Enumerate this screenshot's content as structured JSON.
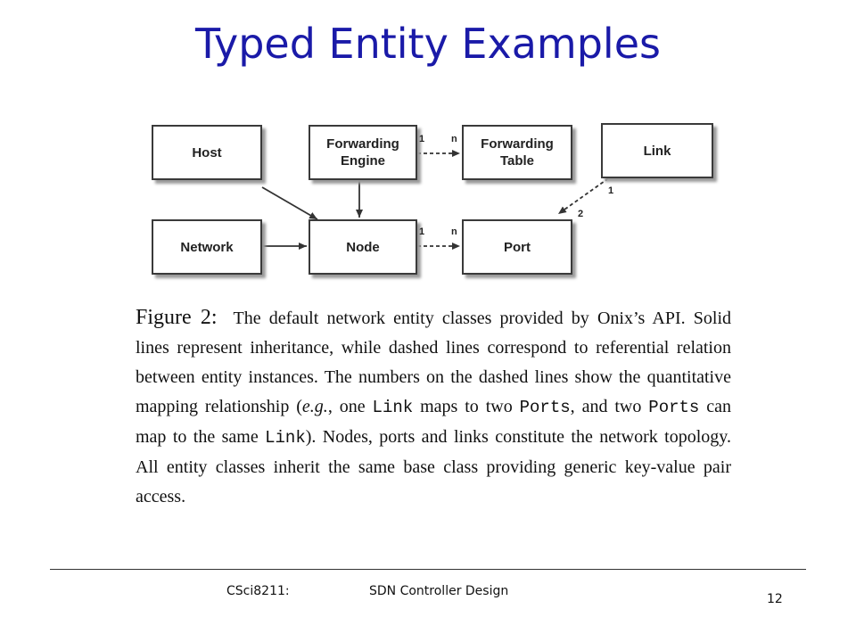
{
  "slide": {
    "title": "Typed Entity Examples",
    "footer_course": "CSci8211:",
    "footer_topic": "SDN Controller Design",
    "page_number": "12"
  },
  "diagram": {
    "nodes": {
      "host": "Host",
      "forwarding_engine": "Forwarding\nEngine",
      "forwarding_table": "Forwarding\nTable",
      "link": "Link",
      "network": "Network",
      "node": "Node",
      "port": "Port"
    },
    "edges": [
      {
        "from": "host",
        "to": "node",
        "style": "solid"
      },
      {
        "from": "forwarding_engine",
        "to": "node",
        "style": "solid"
      },
      {
        "from": "network",
        "to": "node",
        "style": "solid"
      },
      {
        "from": "forwarding_engine",
        "to": "forwarding_table",
        "style": "dashed",
        "labels": [
          "1",
          "n"
        ]
      },
      {
        "from": "node",
        "to": "port",
        "style": "dashed",
        "labels": [
          "1",
          "n"
        ]
      },
      {
        "from": "link",
        "to": "port",
        "style": "dashed",
        "labels": [
          "1",
          "2"
        ]
      }
    ],
    "labels": {
      "fe_ft_left": "1",
      "fe_ft_right": "n",
      "node_port_left": "1",
      "node_port_right": "n",
      "link_end": "1",
      "port_end": "2"
    }
  },
  "caption": {
    "label": "Figure 2:",
    "t1": "The default network entity classes provided by Onix’s API. Solid lines represent inheritance, while dashed lines correspond to referential relation between entity instances. The numbers on the dashed lines show the quantitative mapping relationship (",
    "eg": "e.g.",
    "t2": ", one ",
    "code_link": "Link",
    "t3": " maps to two ",
    "code_ports": "Ports",
    "t4": ", and two ",
    "code_ports2": "Ports",
    "t5": " can map to the same ",
    "code_link2": "Link",
    "t6": "). Nodes, ports and links constitute the network topology. All entity classes inherit the same base class providing generic key-value pair access."
  }
}
